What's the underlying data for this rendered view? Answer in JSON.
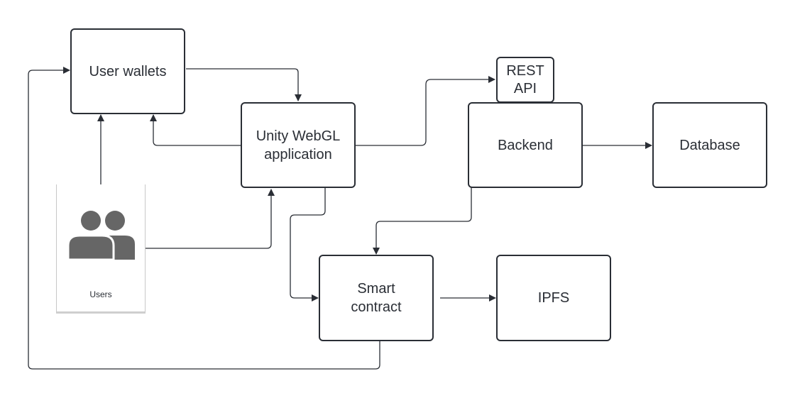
{
  "nodes": {
    "user_wallets": "User wallets",
    "unity_webgl": "Unity WebGL\napplication",
    "rest_api": "REST\nAPI",
    "backend": "Backend",
    "database": "Database",
    "smart_contract": "Smart\ncontract",
    "ipfs": "IPFS"
  },
  "actors": {
    "users": {
      "label": "Users",
      "icon": "users-icon"
    }
  },
  "colors": {
    "stroke": "#2a2e35",
    "icon": "#666666",
    "card_border": "#c8c8c8"
  }
}
